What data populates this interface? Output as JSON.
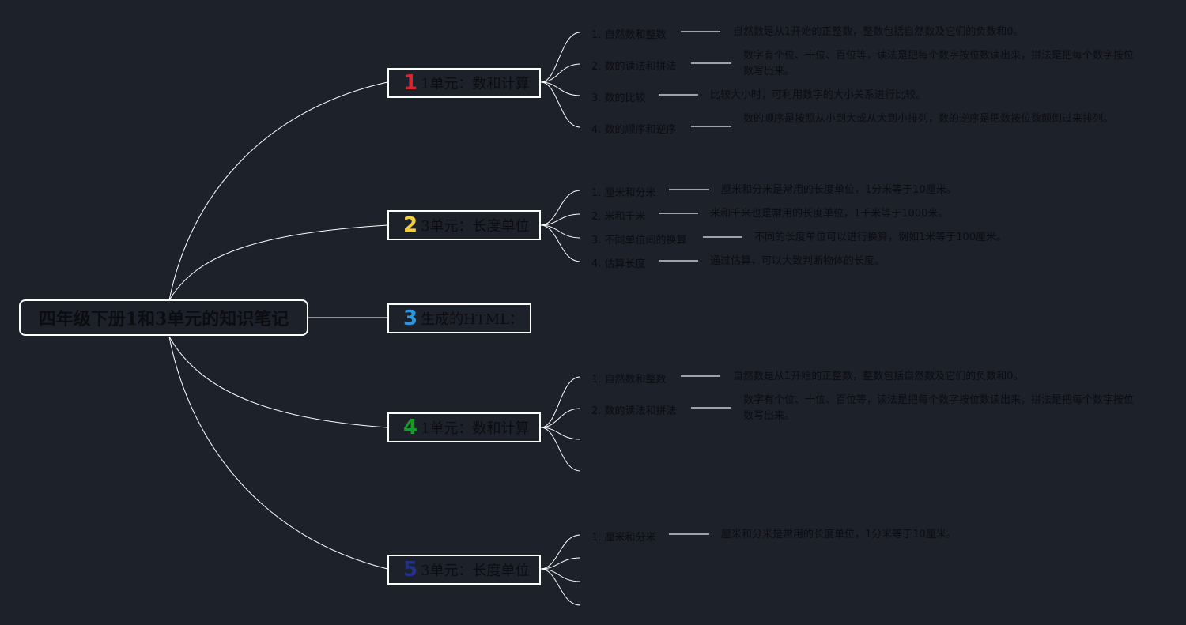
{
  "root": {
    "title": "四年级下册1和3单元的知识笔记"
  },
  "colors": {
    "background": "#1d212a",
    "line": "#ffffff",
    "text": "#0c0d11"
  },
  "branches": [
    {
      "number": "1",
      "number_color": "#d9252f",
      "label": "1单元：数和计算",
      "children": [
        {
          "label": "1. 自然数和整数",
          "desc": "自然数是从1开始的正整数，整数包括自然数及它们的负数和0。"
        },
        {
          "label": "2. 数的读法和拼法",
          "desc": "数字有个位、十位、百位等，读法是把每个数字按位数读出来，拼法是把每个数字按位数写出来。"
        },
        {
          "label": "3. 数的比较",
          "desc": "比较大小时，可利用数字的大小关系进行比较。"
        },
        {
          "label": "4. 数的顺序和逆序",
          "desc": "数的顺序是按照从小到大或从大到小排列，数的逆序是把数按位数颠倒过来排列。"
        }
      ]
    },
    {
      "number": "2",
      "number_color": "#f2cf3c",
      "label": "3单元：长度单位",
      "children": [
        {
          "label": "1. 厘米和分米",
          "desc": "厘米和分米是常用的长度单位，1分米等于10厘米。"
        },
        {
          "label": "2. 米和千米",
          "desc": "米和千米也是常用的长度单位，1千米等于1000米。"
        },
        {
          "label": "3. 不同单位间的换算",
          "desc": "不同的长度单位可以进行换算，例如1米等于100厘米。"
        },
        {
          "label": "4. 估算长度",
          "desc": "通过估算，可以大致判断物体的长度。"
        }
      ]
    },
    {
      "number": "3",
      "number_color": "#2f97e0",
      "label": "生成的HTML：",
      "children": []
    },
    {
      "number": "4",
      "number_color": "#1a9a2a",
      "label": "1单元：数和计算",
      "children": [
        {
          "label": "1. 自然数和整数",
          "desc": "自然数是从1开始的正整数，整数包括自然数及它们的负数和0。"
        },
        {
          "label": "2. 数的读法和拼法",
          "desc": "数字有个位、十位、百位等，读法是把每个数字按位数读出来，拼法是把每个数字按位数写出来。"
        },
        {
          "label": "",
          "desc": ""
        },
        {
          "label": "",
          "desc": ""
        }
      ]
    },
    {
      "number": "5",
      "number_color": "#23318c",
      "label": "3单元：长度单位",
      "children": [
        {
          "label": "1. 厘米和分米",
          "desc": "厘米和分米是常用的长度单位，1分米等于10厘米。"
        },
        {
          "label": "",
          "desc": ""
        },
        {
          "label": "",
          "desc": ""
        },
        {
          "label": "",
          "desc": ""
        }
      ]
    }
  ]
}
